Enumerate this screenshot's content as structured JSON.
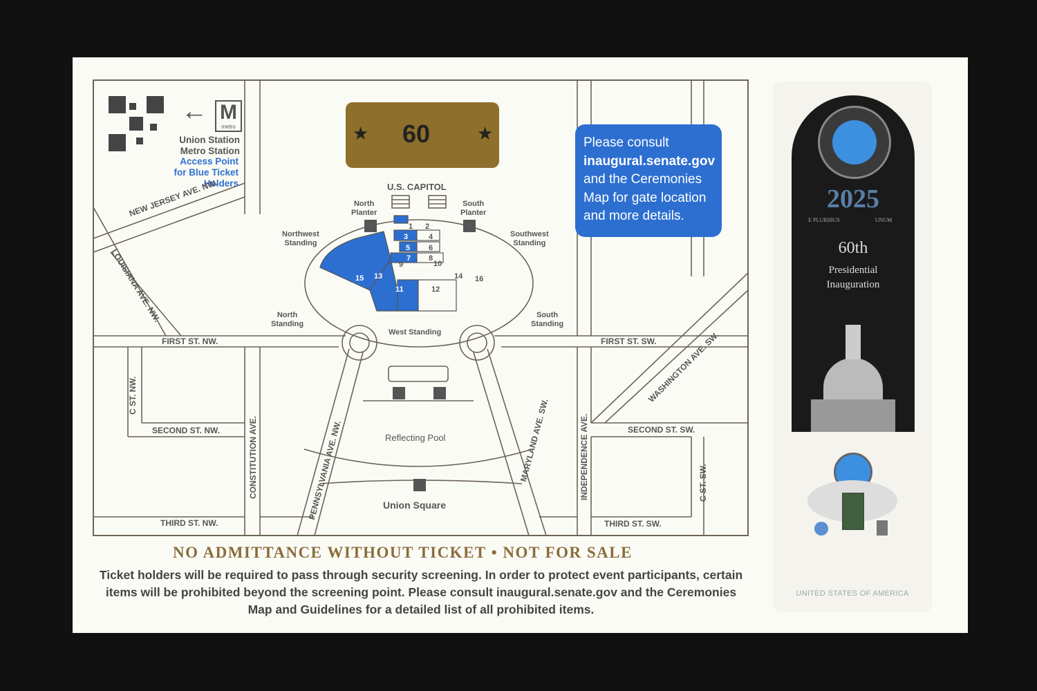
{
  "header": {
    "station_line1": "Union Station",
    "station_line2": "Metro Station",
    "access_line1": "Access Point",
    "access_line2": "for Blue Ticket",
    "access_line3": "Holders",
    "metro_logo": "M",
    "metro_sub": "metro",
    "arrow": "←"
  },
  "emblem": {
    "number": "60"
  },
  "info_box": {
    "line1": "Please consult",
    "line2": "inaugural.senate.gov",
    "line3": "and the Ceremonies",
    "line4": "Map for gate location",
    "line5": "and more details."
  },
  "map": {
    "capitol": "U.S. CAPITOL",
    "north_planter": [
      "North",
      "Planter"
    ],
    "south_planter": [
      "South",
      "Planter"
    ],
    "northwest_standing": [
      "Northwest",
      "Standing"
    ],
    "southwest_standing": [
      "Southwest",
      "Standing"
    ],
    "north_standing": [
      "North",
      "Standing"
    ],
    "south_standing": [
      "South",
      "Standing"
    ],
    "west_standing": "West Standing",
    "reflecting_pool": "Reflecting Pool",
    "union_square": "Union Square",
    "sections": [
      "1",
      "2",
      "3",
      "4",
      "5",
      "6",
      "7",
      "8",
      "9",
      "10",
      "11",
      "12",
      "13",
      "14",
      "15",
      "16"
    ],
    "streets": {
      "new_jersey": "NEW JERSEY AVE. NW.",
      "louisiana": "LOUISIANA AVE. NW.",
      "first_nw": "FIRST ST. NW.",
      "first_sw": "FIRST ST. SW.",
      "c_nw": "C ST. NW.",
      "second_nw": "SECOND ST. NW.",
      "second_sw": "SECOND ST. SW.",
      "constitution": "CONSTITUTION AVE.",
      "pennsylvania": "PENNSYLVANIA AVE. NW.",
      "maryland": "MARYLAND AVE. SW.",
      "independence": "INDEPENDENCE AVE.",
      "washington": "WASHINGTON AVE. SW.",
      "c_sw": "C ST. SW.",
      "third_nw": "THIRD ST. NW.",
      "third_sw": "THIRD ST. SW."
    }
  },
  "footer": {
    "heading": "NO ADMITTANCE WITHOUT TICKET • NOT FOR SALE",
    "notice": "Ticket holders will be required to pass through security screening. In order to protect event participants, certain items will be prohibited beyond the screening point. Please consult inaugural.senate.gov and the Ceremonies Map and Guidelines for a detailed list of all prohibited items."
  },
  "stamp": {
    "year": "2025",
    "motto_left": "E PLURIBUS",
    "motto_right": "UNUM",
    "ordinal": "60th",
    "line1": "Presidential",
    "line2": "Inauguration",
    "country": "UNITED STATES OF AMERICA"
  },
  "colors": {
    "accent_blue": "#2d6fd0",
    "gold": "#8a6d3a",
    "ink": "#555555"
  },
  "icons": [
    "qr-code-icon",
    "arrow-left-icon",
    "metro-logo-icon",
    "wheelchair-icon",
    "star-icon",
    "eagle-seal-icon",
    "capitol-dome-icon"
  ]
}
